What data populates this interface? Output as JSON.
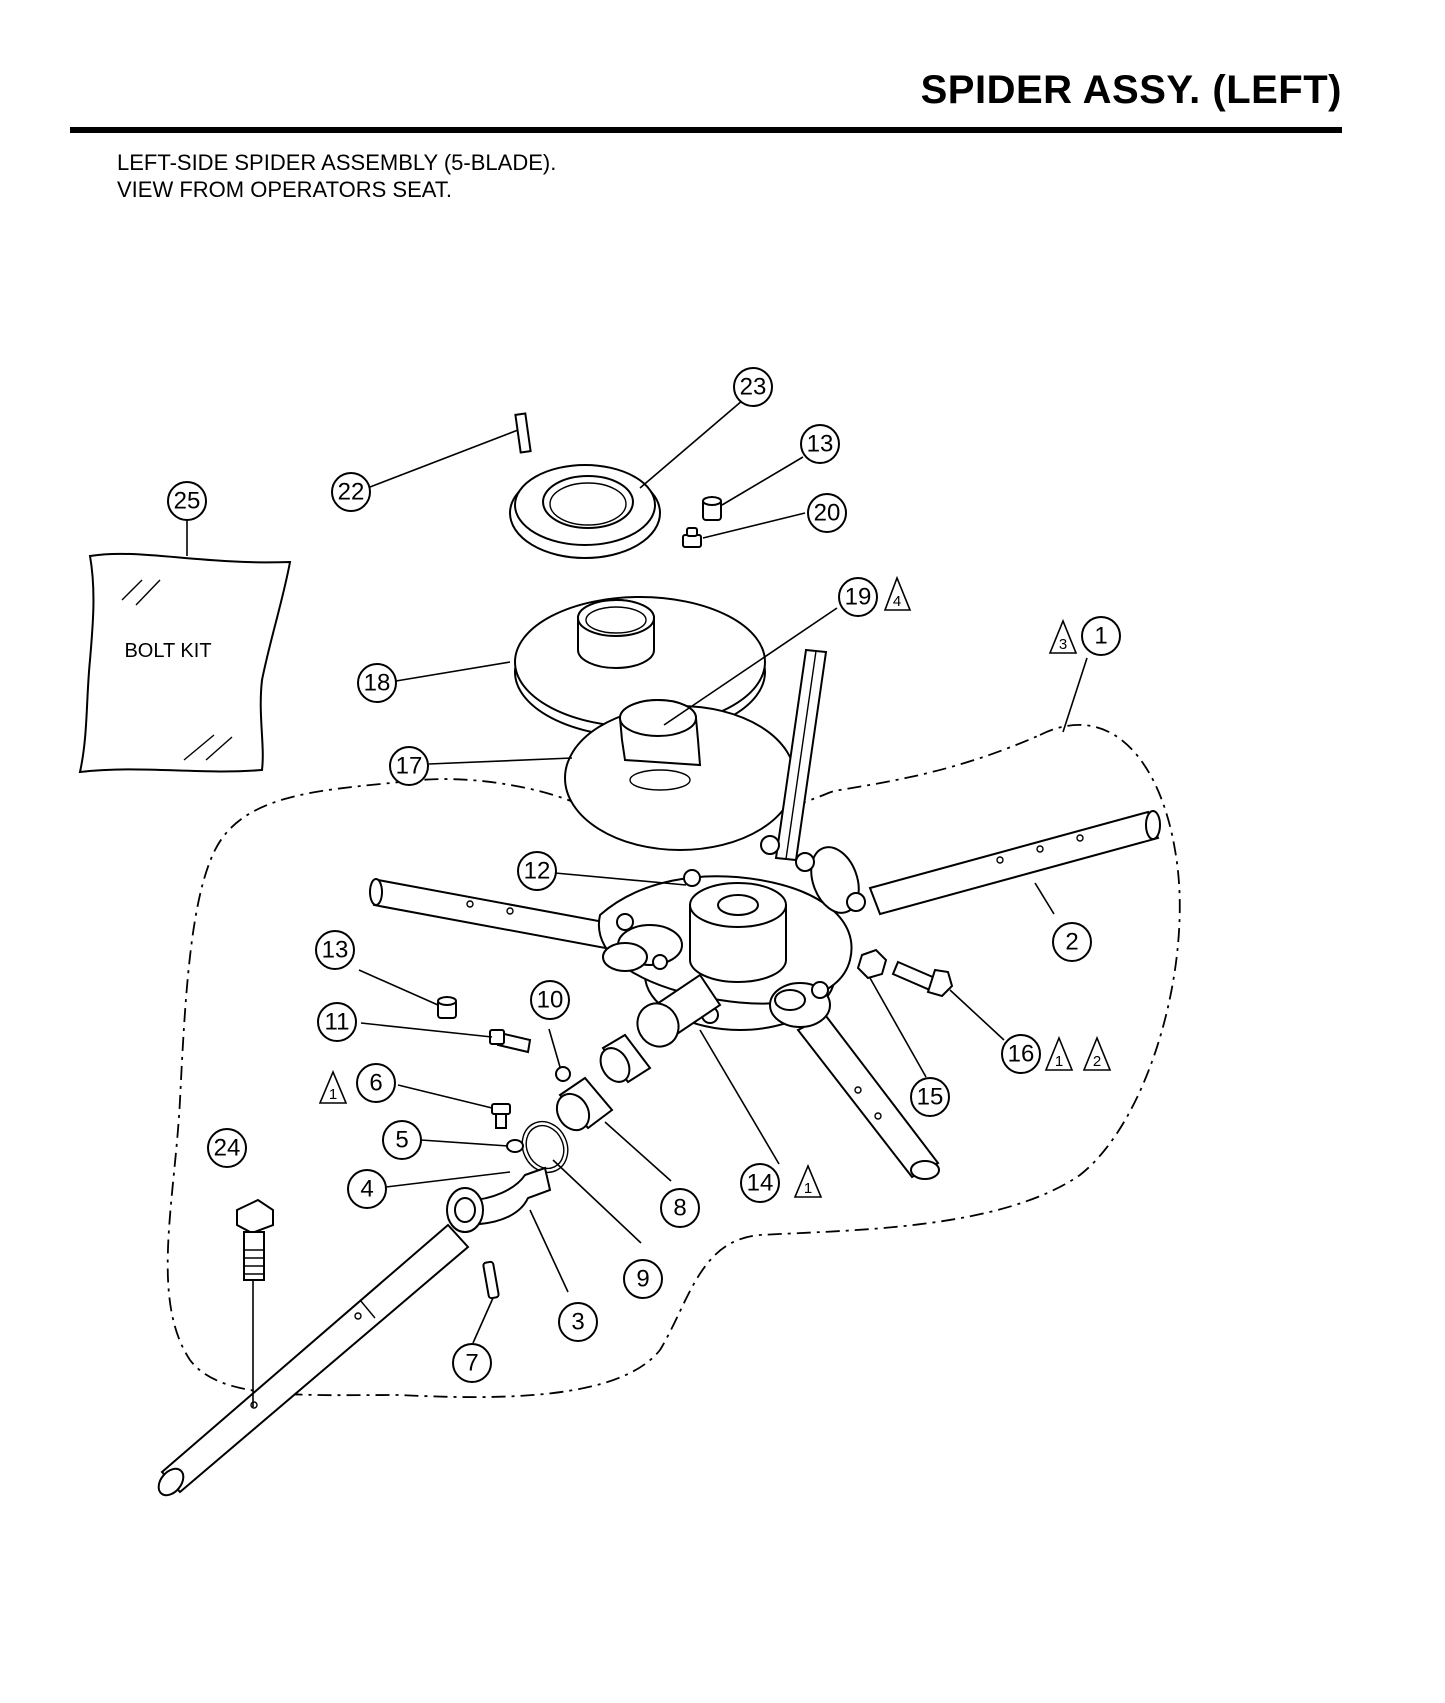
{
  "page": {
    "title": "SPIDER ASSY. (LEFT)",
    "notes": [
      "LEFT-SIDE SPIDER ASSEMBLY (5-BLADE).",
      "VIEW FROM OPERATORS SEAT."
    ]
  },
  "diagram": {
    "bolt_kit_label": "BOLT KIT",
    "callouts": [
      {
        "id": "1",
        "notes": [
          "3"
        ]
      },
      {
        "id": "2",
        "notes": []
      },
      {
        "id": "3",
        "notes": []
      },
      {
        "id": "4",
        "notes": []
      },
      {
        "id": "5",
        "notes": []
      },
      {
        "id": "6",
        "notes": [
          "1"
        ]
      },
      {
        "id": "7",
        "notes": []
      },
      {
        "id": "8",
        "notes": []
      },
      {
        "id": "9",
        "notes": []
      },
      {
        "id": "10",
        "notes": []
      },
      {
        "id": "11",
        "notes": []
      },
      {
        "id": "12",
        "notes": []
      },
      {
        "id": "13",
        "notes": []
      },
      {
        "id": "13",
        "notes": []
      },
      {
        "id": "14",
        "notes": [
          "1"
        ]
      },
      {
        "id": "15",
        "notes": []
      },
      {
        "id": "16",
        "notes": [
          "1",
          "2"
        ]
      },
      {
        "id": "17",
        "notes": []
      },
      {
        "id": "18",
        "notes": []
      },
      {
        "id": "19",
        "notes": [
          "4"
        ]
      },
      {
        "id": "20",
        "notes": []
      },
      {
        "id": "22",
        "notes": []
      },
      {
        "id": "23",
        "notes": []
      },
      {
        "id": "24",
        "notes": []
      },
      {
        "id": "25",
        "notes": []
      }
    ]
  }
}
